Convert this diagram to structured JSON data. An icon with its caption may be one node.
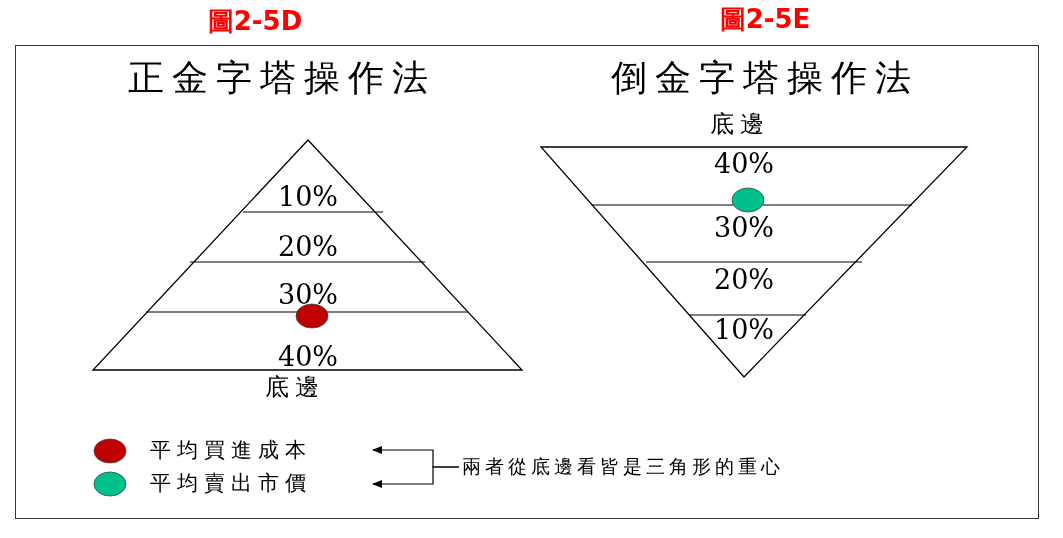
{
  "diagram": {
    "nodes": [
      {
        "text": [
          "10%",
          "20%",
          "30%",
          "40%"
        ],
        "beside": [
          "底邊"
        ]
      },
      {
        "text": [
          "40%",
          "30%",
          "20%",
          "10%"
        ],
        "beside": [
          "底邊"
        ]
      },
      {
        "text": [
          "兩者從底邊看皆是三角形的重心"
        ]
      }
    ],
    "edges": [
      {
        "from": 2,
        "to": null,
        "arrow": "to"
      },
      {
        "from": 2,
        "to": null,
        "arrow": "to"
      }
    ],
    "labels": [
      "圖2-5D",
      "圖2-5E",
      "正金字塔操作法",
      "倒金字塔操作法"
    ],
    "legend": [
      {
        "text": "平均買進成本",
        "color": "#c00000"
      },
      {
        "text": "平均賣出市價",
        "color": "#00c08c"
      }
    ]
  }
}
